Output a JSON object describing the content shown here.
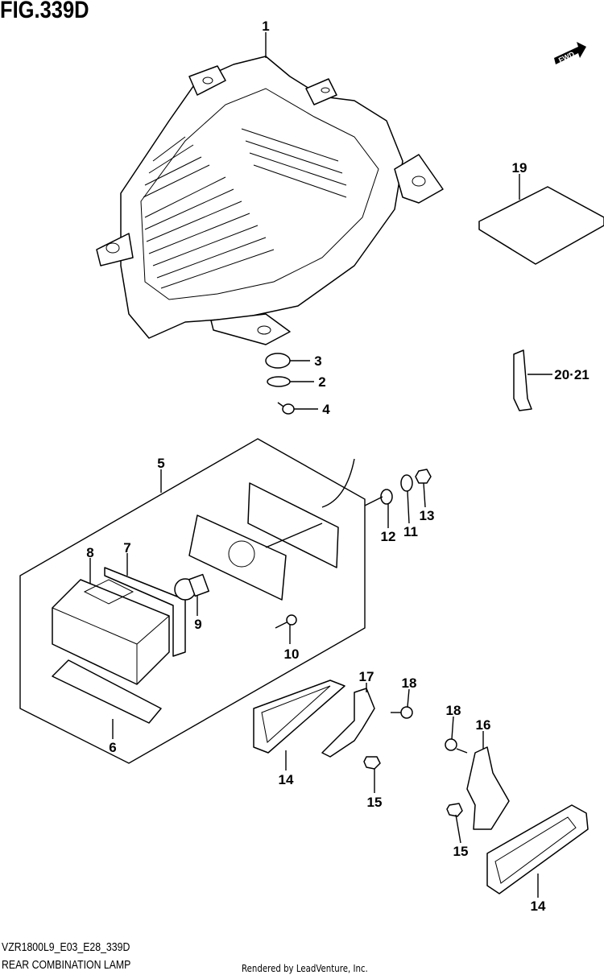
{
  "figure": {
    "title": "FIG.339D",
    "model_code": "VZR1800L9_E03_E28_339D",
    "caption": "REAR COMBINATION LAMP",
    "rendered_by": "Rendered by LeadVenture, Inc.",
    "fwd_label": "FWD"
  },
  "callouts": [
    {
      "id": "1"
    },
    {
      "id": "19"
    },
    {
      "id": "3"
    },
    {
      "id": "2"
    },
    {
      "id": "4"
    },
    {
      "id": "20·21"
    },
    {
      "id": "5"
    },
    {
      "id": "8"
    },
    {
      "id": "7"
    },
    {
      "id": "9"
    },
    {
      "id": "10"
    },
    {
      "id": "12"
    },
    {
      "id": "11"
    },
    {
      "id": "13"
    },
    {
      "id": "17"
    },
    {
      "id": "18"
    },
    {
      "id": "18"
    },
    {
      "id": "16"
    },
    {
      "id": "6"
    },
    {
      "id": "14"
    },
    {
      "id": "15"
    },
    {
      "id": "15"
    },
    {
      "id": "14"
    }
  ]
}
